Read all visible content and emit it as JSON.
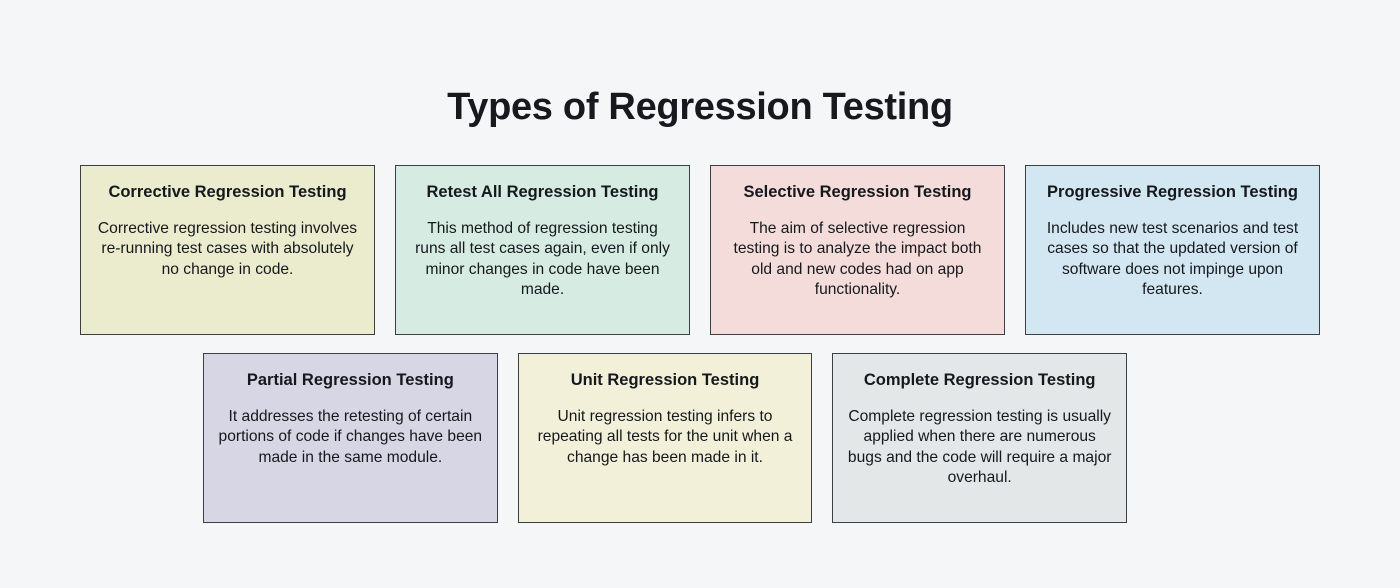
{
  "page": {
    "title": "Types of Regression Testing",
    "background_color": "#f5f6f8",
    "text_color": "#15181c",
    "border_color": "#3a3f44"
  },
  "rows": {
    "top": {
      "cards": [
        {
          "title": "Corrective Regression Testing",
          "body": "Corrective regression testing involves re-running test cases with absolutely no change in code.",
          "color": "#ebeccd"
        },
        {
          "title": "Retest All Regression Testing",
          "body": "This method of regression testing runs all test cases again, even if only minor changes in code have been made.",
          "color": "#d6ece2"
        },
        {
          "title": "Selective Regression Testing",
          "body": "The aim of selective regression testing is to analyze the impact both old and new codes had on app functionality.",
          "color": "#f4dcda"
        },
        {
          "title": "Progressive Regression Testing",
          "body": "Includes new test scenarios and test cases so that the updated version of software does not impinge upon features.",
          "color": "#d3e7f2"
        }
      ]
    },
    "bottom": {
      "cards": [
        {
          "title": "Partial Regression Testing",
          "body": "It addresses the retesting of certain portions of code if changes have been made in the same module.",
          "color": "#d7d6e4"
        },
        {
          "title": "Unit Regression Testing",
          "body": "Unit regression testing infers to repeating all tests for the unit when a change has been made in it.",
          "color": "#f2f0d8"
        },
        {
          "title": "Complete Regression Testing",
          "body": "Complete regression testing is usually applied when there are numerous bugs and the code will require a major overhaul.",
          "color": "#e3e7e8"
        }
      ]
    }
  }
}
